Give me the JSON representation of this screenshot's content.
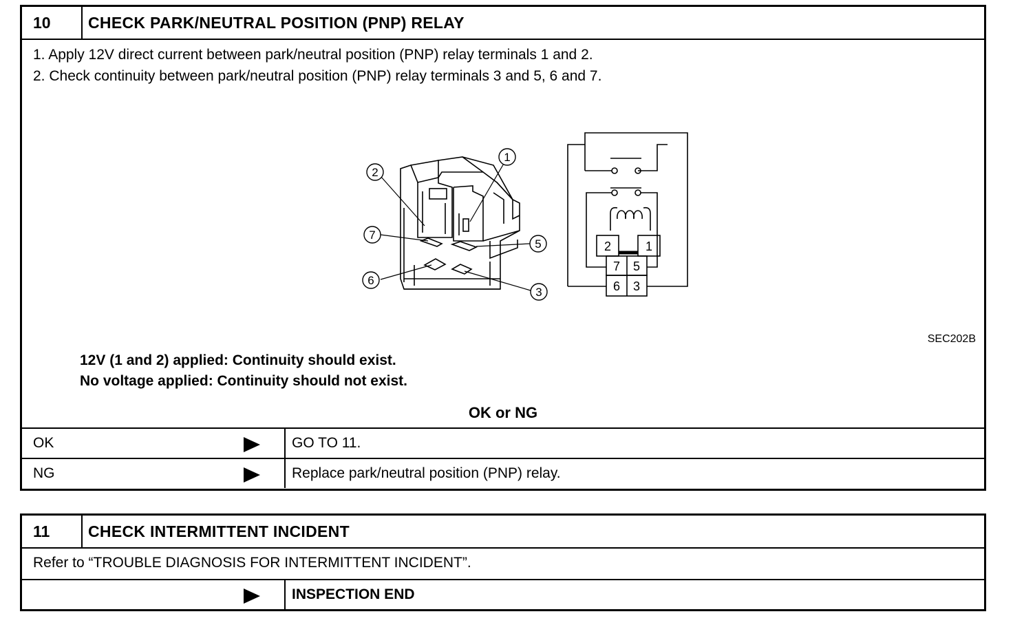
{
  "step10": {
    "number": "10",
    "title": "CHECK PARK/NEUTRAL POSITION (PNP) RELAY",
    "steps": [
      "1.  Apply 12V direct current between park/neutral position (PNP) relay terminals 1 and 2.",
      "2.  Check continuity between park/neutral position (PNP) relay terminals 3 and 5, 6 and 7."
    ],
    "figure": {
      "code": "SEC202B",
      "callouts": [
        "1",
        "2",
        "7",
        "5",
        "6",
        "3"
      ],
      "schematic_terminals": [
        "2",
        "1",
        "7",
        "5",
        "6",
        "3"
      ]
    },
    "conditions": [
      "12V (1 and 2) applied: Continuity should exist.",
      "No voltage applied: Continuity should not exist."
    ],
    "question": "OK or NG",
    "results": [
      {
        "label": "OK",
        "action": "GO TO 11."
      },
      {
        "label": "NG",
        "action": "Replace park/neutral position (PNP) relay."
      }
    ]
  },
  "step11": {
    "number": "11",
    "title": "CHECK INTERMITTENT INCIDENT",
    "text": "Refer to “TROUBLE DIAGNOSIS FOR INTERMITTENT INCIDENT”.",
    "result": {
      "label": "",
      "action": "INSPECTION END"
    }
  }
}
